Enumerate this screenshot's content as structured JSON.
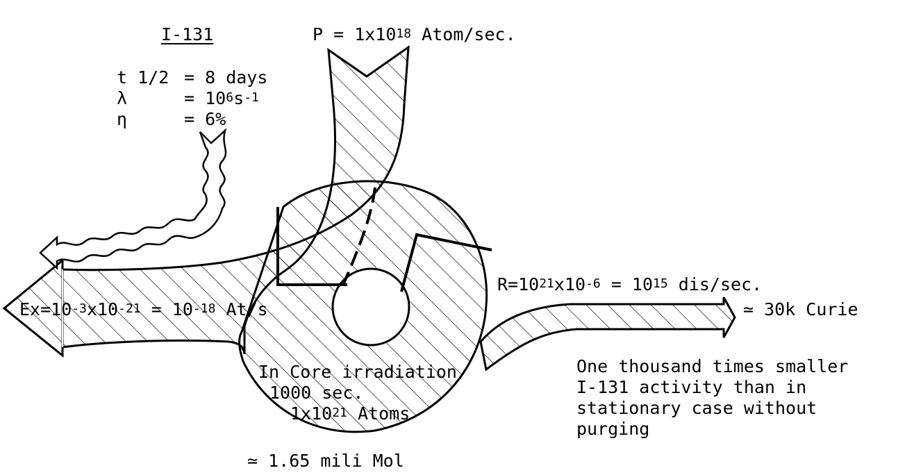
{
  "isotope_title": "I-131",
  "production_rate": {
    "lhs": "P = 1x10",
    "exp": "18",
    "unit": "Atom/sec."
  },
  "params": {
    "half_life": {
      "symbol": "t 1/2",
      "value": "= 8 days"
    },
    "decay_const": {
      "symbol": "λ",
      "value": "= 10",
      "exp1": "6",
      "mid": "s",
      "exp2": "-1"
    },
    "yield": {
      "symbol": "η",
      "value": "= 6%"
    }
  },
  "extraction": {
    "a": "Ex=10",
    "e1": "-3",
    "b": "x10",
    "e2": "-21",
    "c": "= 10",
    "e3": "-18",
    "d": "At/s"
  },
  "decay_rate": {
    "a": "R=10",
    "e1": "21",
    "b": "x10",
    "e2": "-6",
    "c": "= 10",
    "e3": "15",
    "d": "dis/sec."
  },
  "activity": "≃ 30k Curie",
  "comparison": [
    "One thousand times smaller",
    "I-131 activity than in",
    "stationary case without",
    "purging"
  ],
  "core": {
    "line1": "In Core irradiation",
    "line2": "1000 sec.",
    "atoms_a": "1x10",
    "atoms_exp": "21",
    "atoms_b": "Atoms"
  },
  "moles": "≃ 1.65 mili Mol"
}
